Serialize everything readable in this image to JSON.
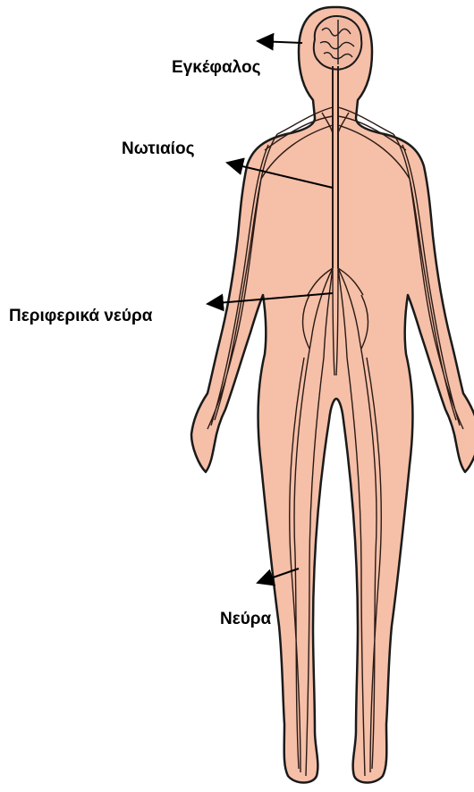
{
  "labels": {
    "brain": "Εγκέφαλος",
    "spinal_cord": "Νωτιαίος",
    "peripheral_nerves": "Περιφερικά νεύρα",
    "nerves": "Νεύρα"
  },
  "colors": {
    "skin": "#f5bfa8",
    "outline": "#1a1a1a",
    "nerve": "#2a1a14",
    "brain": "#f5bfa8"
  }
}
